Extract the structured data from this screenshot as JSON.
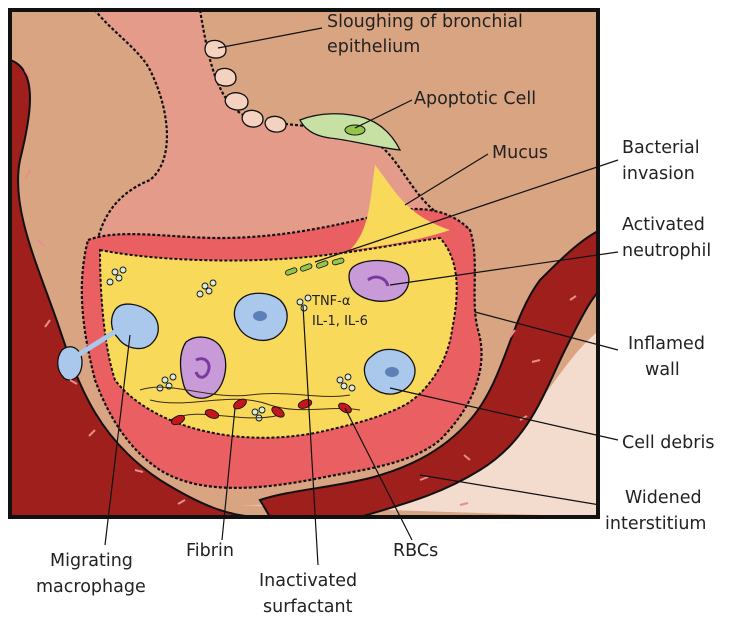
{
  "labels": {
    "sloughing_line1": "Sloughing of bronchial",
    "sloughing_line2": "epithelium",
    "apoptotic": "Apoptotic Cell",
    "mucus": "Mucus",
    "bacterial_line1": "Bacterial",
    "bacterial_line2": "invasion",
    "neutrophil_line1": "Activated",
    "neutrophil_line2": "neutrophil",
    "cytokines_line1": "TNF-α",
    "cytokines_line2": "IL-1, IL-6",
    "inflamed_line1": "Inflamed",
    "inflamed_line2": "wall",
    "debris": "Cell debris",
    "interstitium_line1": "Widened",
    "interstitium_line2": "interstitium",
    "macrophage_line1": "Migrating",
    "macrophage_line2": "macrophage",
    "fibrin": "Fibrin",
    "surfactant_line1": "Inactivated",
    "surfactant_line2": "surfactant",
    "rbcs": "RBCs"
  },
  "colors": {
    "tissue": "#d9a482",
    "vessel": "#9e1f1c",
    "bronchus": "#e59b8a",
    "inflamed_wall": "#ea5f61",
    "alveolar_fluid": "#f9d95a",
    "macrophage": "#a9c8ec",
    "neutrophil": "#c99ad8",
    "bacteria": "#92c54a",
    "rbc": "#c4161c",
    "apoptotic_cell": "#c7e0a3"
  }
}
